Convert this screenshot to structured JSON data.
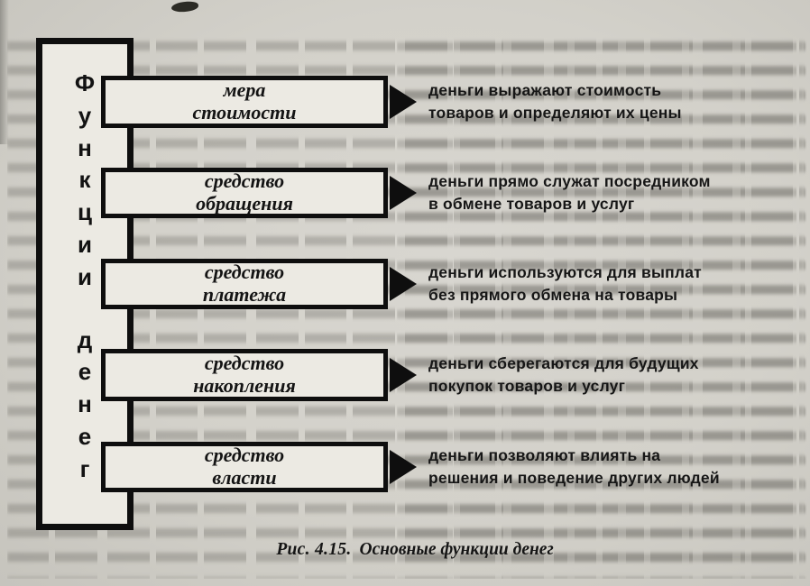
{
  "figure": {
    "vertical_title": {
      "text": "Функции денег",
      "letters": [
        "Ф",
        "у",
        "н",
        "к",
        "ц",
        "и",
        "и",
        "д",
        "е",
        "н",
        "е",
        "г"
      ]
    },
    "rows": [
      {
        "term": "мера\nстоимости",
        "description": "деньги выражают стоимость\nтоваров и определяют их цены"
      },
      {
        "term": "средство\nобращения",
        "description": "деньги прямо служат посредником\nв обмене товаров и услуг"
      },
      {
        "term": "средство\nплатежа",
        "description": "деньги используются для выплат\nбез прямого обмена на товары"
      },
      {
        "term": "средство\nнакопления",
        "description": "деньги сберегаются для будущих\nпокупок товаров и услуг"
      },
      {
        "term": "средство\nвласти",
        "description": "деньги позволяют влиять на\nрешения и поведение других людей"
      }
    ],
    "caption": {
      "figure_label": "Рис. 4.15.",
      "caption_text": "Основные функции денег"
    }
  },
  "colors": {
    "paper": "#d3d1ca",
    "ink": "#0e0e0e",
    "box_fill": "#eceae3"
  }
}
